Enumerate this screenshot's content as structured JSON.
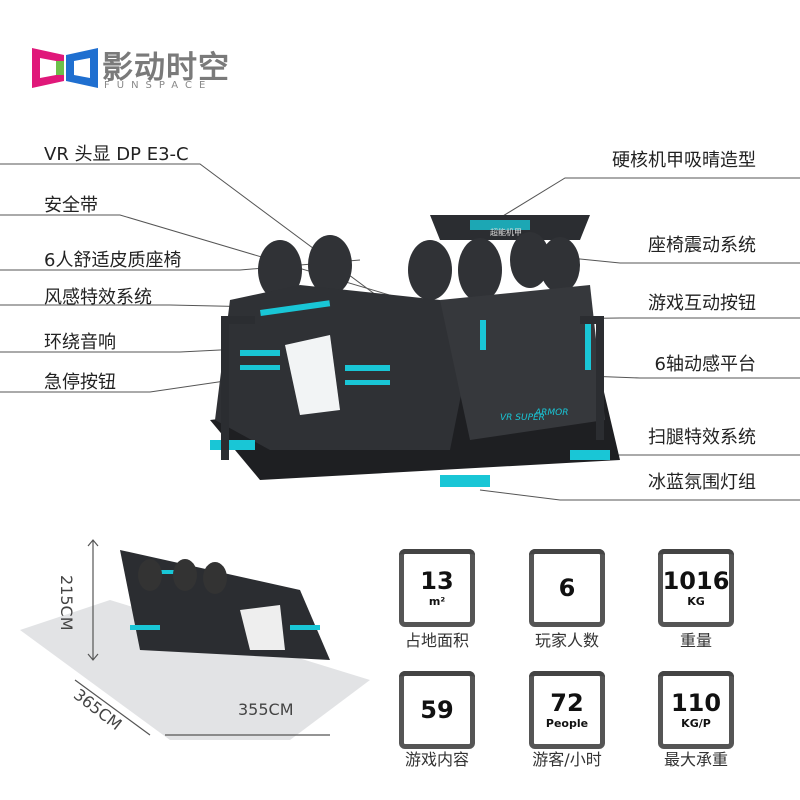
{
  "brand": {
    "name_cn": "影动时空",
    "name_en": "FUNSPACE"
  },
  "callouts_left": [
    "VR 头显 DP E3-C",
    "安全带",
    "6人舒适皮质座椅",
    "风感特效系统",
    "环绕音响",
    "急停按钮"
  ],
  "callouts_right": [
    "硬核机甲吸晴造型",
    "座椅震动系统",
    "游戏互动按钮",
    "6轴动感平台",
    "扫腿特效系统",
    "冰蓝氛围灯组"
  ],
  "machine_text": {
    "top_plate": "超能机甲",
    "side1": "VR SUPER",
    "side2": "ARMOR"
  },
  "dimensions": {
    "height": "215CM",
    "depth": "365CM",
    "width": "355CM"
  },
  "stats": [
    {
      "value": "13",
      "unit": "m²",
      "label": "占地面积"
    },
    {
      "value": "6",
      "unit": "",
      "label": "玩家人数"
    },
    {
      "value": "1016",
      "unit": "KG",
      "label": "重量"
    },
    {
      "value": "59",
      "unit": "",
      "label": "游戏内容"
    },
    {
      "value": "72",
      "unit": "People",
      "label": "游客/小时"
    },
    {
      "value": "110",
      "unit": "KG/P",
      "label": "最大承重"
    }
  ],
  "colors": {
    "accent": "#19c6d6",
    "body": "#2a2c30",
    "text": "#222222"
  }
}
